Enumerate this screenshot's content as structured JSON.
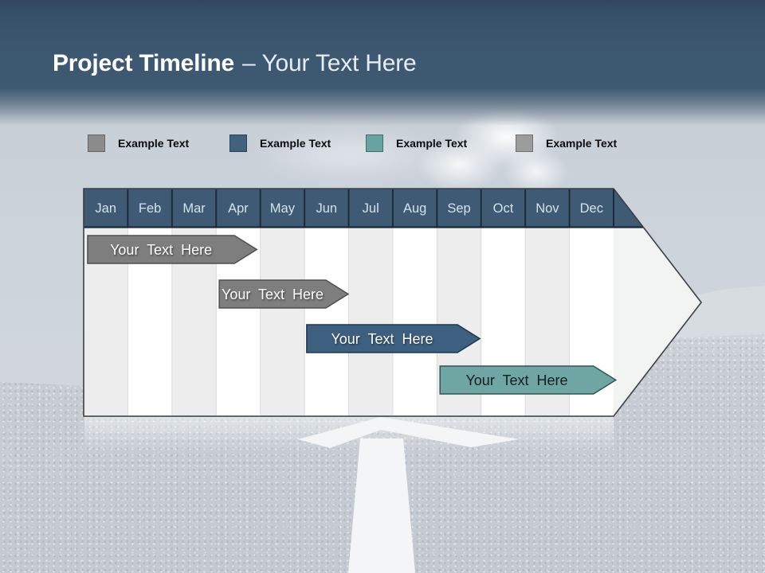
{
  "slide_title": {
    "bold": "Project Timeline",
    "separator": "–",
    "light": "Your Text Here"
  },
  "legend": {
    "items": [
      {
        "label": "Example Text",
        "color": "#8b8b8b",
        "border": "#666666"
      },
      {
        "label": "Example Text",
        "color": "#42617e",
        "border": "#2b4356"
      },
      {
        "label": "Example Text",
        "color": "#68a49f",
        "border": "#3f6e6a"
      },
      {
        "label": "Example Text",
        "color": "#9c9c9c",
        "border": "#6f6f6f"
      }
    ]
  },
  "timeline": {
    "months": [
      "Jan",
      "Feb",
      "Mar",
      "Apr",
      "May",
      "Jun",
      "Jul",
      "Aug",
      "Sep",
      "Oct",
      "Nov",
      "Dec"
    ],
    "header_fill": "#3e5a74",
    "header_separator_color": "#1d2a37",
    "header_text_color": "#d6e2eb",
    "body_fill": "#ffffff",
    "stripe_color": "#ededed",
    "divider_color": "#dadada",
    "arrowhead_fill": "#f2f3f3",
    "outline_color": "#3a3f45",
    "bars": [
      {
        "label": "Your  Text Here",
        "start_month": 0.09,
        "end_month": 3.92,
        "fill": "#7e7e7e",
        "border": "#4f4f4f",
        "text_color": "light"
      },
      {
        "label": "Your  Text Here",
        "start_month": 3.07,
        "end_month": 5.99,
        "fill": "#7e7e7e",
        "border": "#4f4f4f",
        "text_color": "light"
      },
      {
        "label": "Your  Text Here",
        "start_month": 5.05,
        "end_month": 8.97,
        "fill": "#3e6080",
        "border": "#203750",
        "text_color": "light"
      },
      {
        "label": "Your  Text Here",
        "start_month": 8.07,
        "end_month": 12.05,
        "fill": "#6fa5a3",
        "border": "#2d5755",
        "text_color": "dark"
      }
    ]
  }
}
